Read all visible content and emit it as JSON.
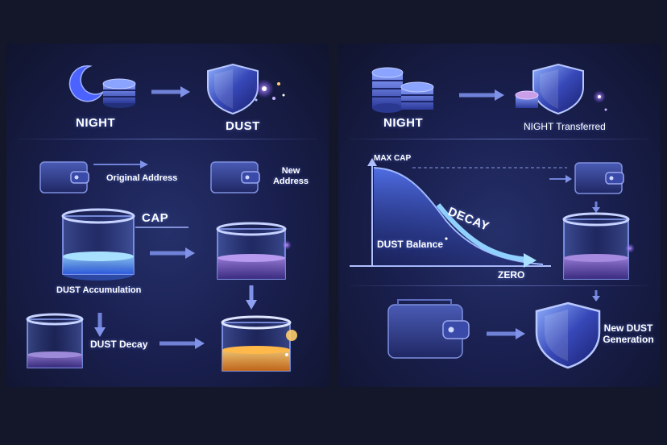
{
  "left": {
    "night_label": "NIGHT",
    "dust_label": "DUST",
    "original_address_label": "Original Address",
    "new_address_label": "New Address",
    "cap_label": "CAP",
    "accumulation_label": "DUST Accumulation",
    "decay_label": "DUST Decay"
  },
  "right": {
    "night_label": "NIGHT",
    "transferred_label": "NIGHT Transferred",
    "max_cap_label": "MAX CAP",
    "decay_label": "DECAY",
    "balance_label": "DUST Balance",
    "zero_label": "ZERO",
    "new_dust_label": "New DUST Generation"
  }
}
